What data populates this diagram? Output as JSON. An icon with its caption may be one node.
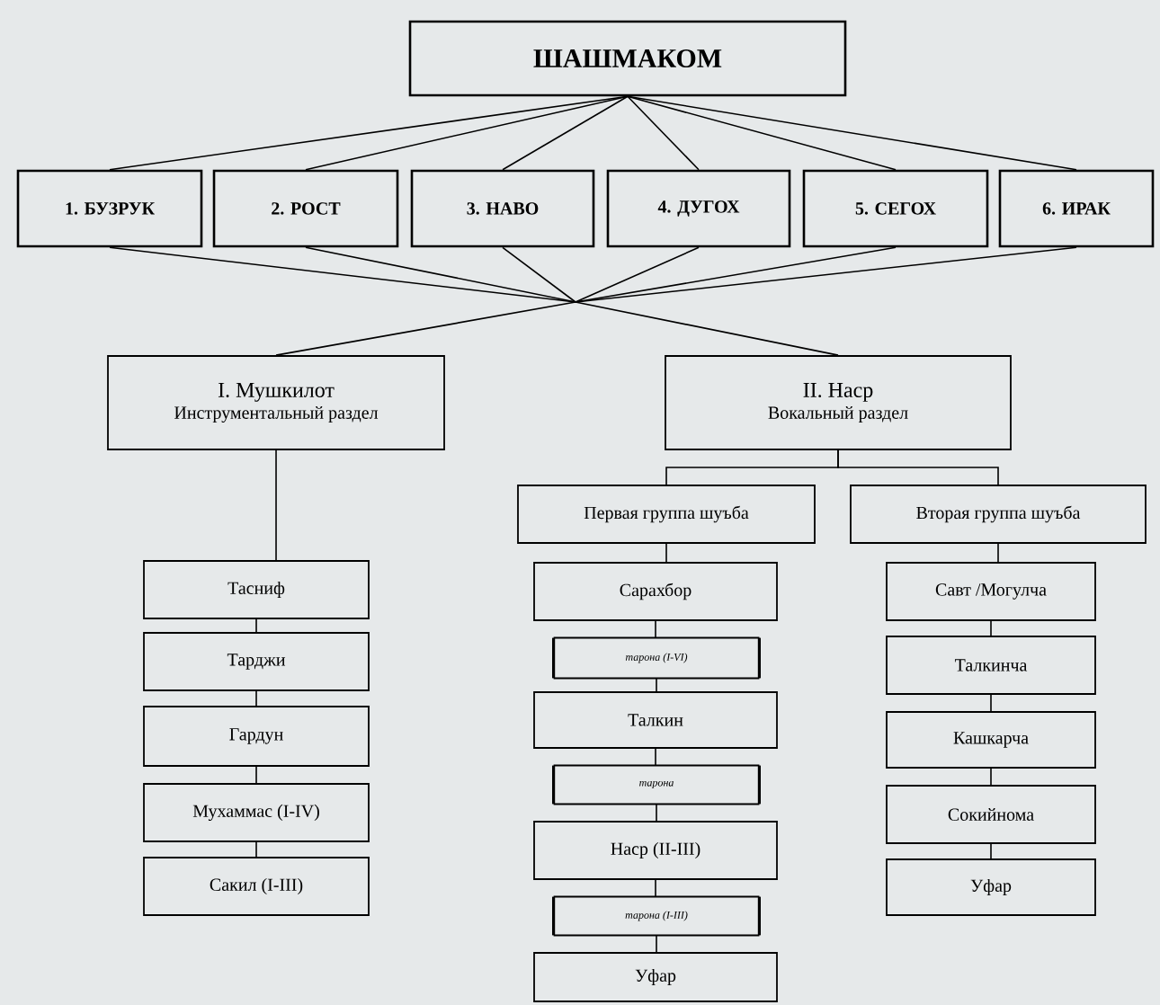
{
  "diagram": {
    "nodes": [
      {
        "text": [
          "ШАШМАКОМ"
        ]
      },
      {
        "text": [
          "1. БУЗРУК"
        ]
      },
      {
        "text": [
          "2. РОСТ"
        ]
      },
      {
        "text": [
          "3. НАВО"
        ]
      },
      {
        "text": [
          "4. ДУГОХ"
        ]
      },
      {
        "text": [
          "5. СЕГОХ"
        ]
      },
      {
        "text": [
          "6. ИРАК"
        ]
      },
      {
        "text": [
          "I. Мушкилот",
          "Инструментальный раздел"
        ]
      },
      {
        "text": [
          "II. Наср",
          "Вокальный раздел"
        ]
      },
      {
        "text": [
          "Первая группа шуъба"
        ]
      },
      {
        "text": [
          "Вторая группа шуъба"
        ]
      },
      {
        "text": [
          "Тасниф"
        ]
      },
      {
        "text": [
          "Тарджи"
        ]
      },
      {
        "text": [
          "Гардун"
        ]
      },
      {
        "text": [
          "Мухаммас (I-IV)"
        ]
      },
      {
        "text": [
          "Сакил (I-III)"
        ]
      },
      {
        "text": [
          "Сарахбор"
        ]
      },
      {
        "text": [
          "тарона (I-VI)"
        ]
      },
      {
        "text": [
          "Талкин"
        ]
      },
      {
        "text": [
          "тарона"
        ]
      },
      {
        "text": [
          "Наср (II-III)"
        ]
      },
      {
        "text": [
          "тарона (I-III)"
        ]
      },
      {
        "text": [
          "Уфар"
        ]
      },
      {
        "text": [
          "Савт /Могулча"
        ]
      },
      {
        "text": [
          "Талкинча"
        ]
      },
      {
        "text": [
          "Кашкарча"
        ]
      },
      {
        "text": [
          "Сокийнома"
        ]
      },
      {
        "text": [
          "Уфар"
        ]
      }
    ],
    "edges": [
      {
        "from": 0,
        "to": 1,
        "arrow": "none"
      },
      {
        "from": 0,
        "to": 2,
        "arrow": "none"
      },
      {
        "from": 0,
        "to": 3,
        "arrow": "none"
      },
      {
        "from": 0,
        "to": 4,
        "arrow": "none"
      },
      {
        "from": 0,
        "to": 5,
        "arrow": "none"
      },
      {
        "from": 0,
        "to": 6,
        "arrow": "none"
      },
      {
        "from": 1,
        "to": 7,
        "arrow": "none"
      },
      {
        "from": 2,
        "to": 7,
        "arrow": "none"
      },
      {
        "from": 3,
        "to": 7,
        "arrow": "none"
      },
      {
        "from": 4,
        "to": 7,
        "arrow": "none"
      },
      {
        "from": 5,
        "to": 7,
        "arrow": "none"
      },
      {
        "from": 6,
        "to": 7,
        "arrow": "none"
      },
      {
        "from": 1,
        "to": 8,
        "arrow": "none"
      },
      {
        "from": 2,
        "to": 8,
        "arrow": "none"
      },
      {
        "from": 3,
        "to": 8,
        "arrow": "none"
      },
      {
        "from": 4,
        "to": 8,
        "arrow": "none"
      },
      {
        "from": 5,
        "to": 8,
        "arrow": "none"
      },
      {
        "from": 6,
        "to": 8,
        "arrow": "none"
      },
      {
        "from": 7,
        "to": 11,
        "arrow": "none"
      },
      {
        "from": 8,
        "to": 9,
        "arrow": "none"
      },
      {
        "from": 8,
        "to": 10,
        "arrow": "none"
      },
      {
        "from": 11,
        "to": 12,
        "arrow": "none"
      },
      {
        "from": 12,
        "to": 13,
        "arrow": "none"
      },
      {
        "from": 13,
        "to": 14,
        "arrow": "none"
      },
      {
        "from": 14,
        "to": 15,
        "arrow": "none"
      },
      {
        "from": 9,
        "to": 16,
        "arrow": "none"
      },
      {
        "from": 16,
        "to": 17,
        "arrow": "none"
      },
      {
        "from": 17,
        "to": 18,
        "arrow": "none"
      },
      {
        "from": 18,
        "to": 19,
        "arrow": "none"
      },
      {
        "from": 19,
        "to": 20,
        "arrow": "none"
      },
      {
        "from": 20,
        "to": 21,
        "arrow": "none"
      },
      {
        "from": 21,
        "to": 22,
        "arrow": "none"
      },
      {
        "from": 10,
        "to": 23,
        "arrow": "none"
      },
      {
        "from": 23,
        "to": 24,
        "arrow": "none"
      },
      {
        "from": 24,
        "to": 25,
        "arrow": "none"
      },
      {
        "from": 25,
        "to": 26,
        "arrow": "none"
      },
      {
        "from": 26,
        "to": 27,
        "arrow": "none"
      }
    ]
  }
}
